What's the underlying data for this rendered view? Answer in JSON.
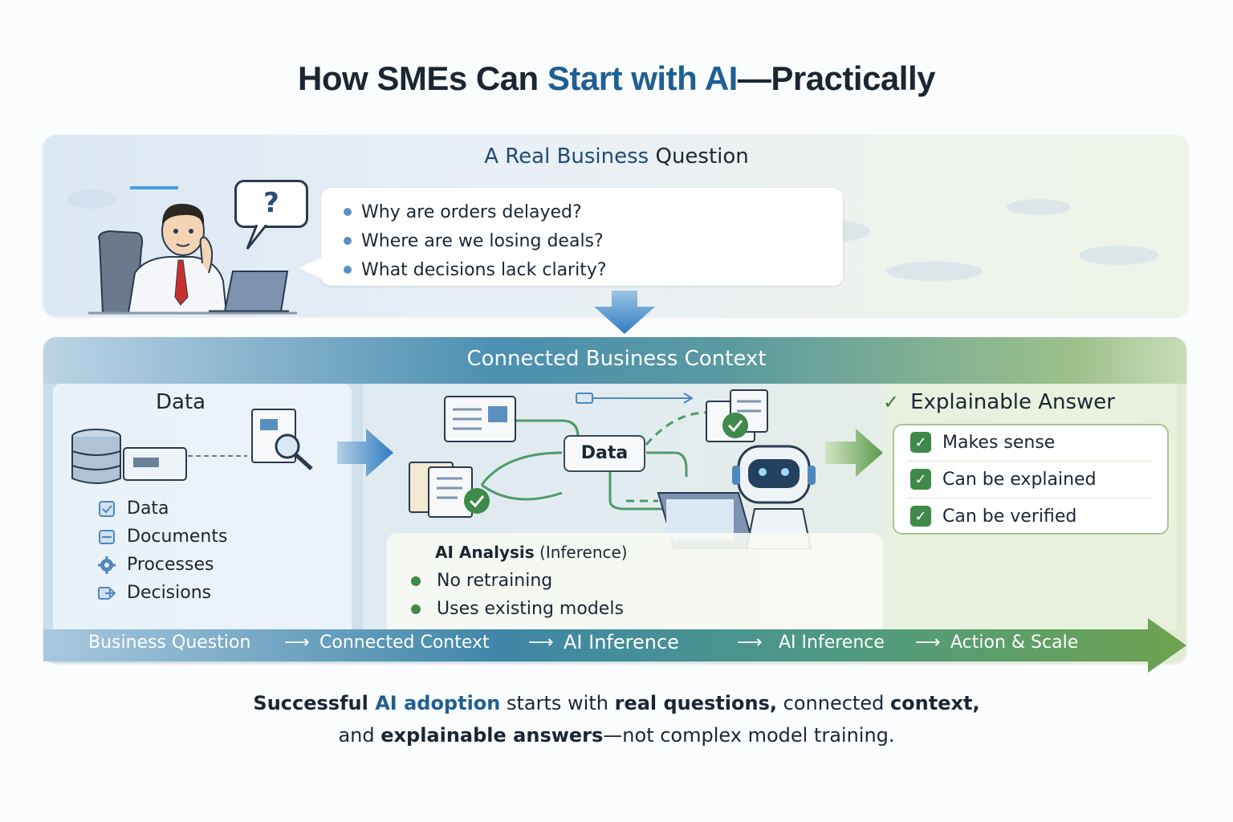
{
  "title": {
    "part1": "How SMEs Can ",
    "accent": "Start with AI",
    "part2": "—Practically"
  },
  "question_panel": {
    "title_part1": "A Real Business ",
    "title_part2": "Question",
    "bubble_symbol": "?",
    "questions": [
      "Why are orders delayed?",
      "Where are we losing deals?",
      "What decisions lack clarity?"
    ]
  },
  "context_panel": {
    "title": "Connected Business Context",
    "data_column": {
      "title": "Data",
      "items": [
        {
          "label": "Data",
          "icon": "checkbox-icon"
        },
        {
          "label": "Documents",
          "icon": "document-icon"
        },
        {
          "label": "Processes",
          "icon": "gear-icon"
        },
        {
          "label": "Decisions",
          "icon": "decision-arrow-icon"
        }
      ]
    },
    "network_node_label": "Data",
    "analysis": {
      "title_bold": "AI Analysis",
      "title_rest": " (Inference)",
      "points": [
        "No retraining",
        "Uses existing models"
      ]
    },
    "answer": {
      "check_mark": "✓",
      "title": "Explainable Answer",
      "items": [
        "Makes sense",
        "Can be explained",
        "Can be verified"
      ]
    }
  },
  "flow": {
    "steps": [
      "Business Question",
      "Connected Context",
      "AI Inference",
      "AI Inference",
      "Action & Scale"
    ],
    "separator": "⟶"
  },
  "summary": {
    "line1_a": "Successful ",
    "line1_b": "AI adoption",
    "line1_c": " starts with ",
    "line1_d": "real questions,",
    "line1_e": " connected ",
    "line1_f": "context,",
    "line2_a": "and ",
    "line2_b": "explainable answers",
    "line2_c": "—not complex model training."
  },
  "colors": {
    "accent_blue": "#1f5f93",
    "accent_green": "#3f8a4a",
    "title_dark": "#1b2633"
  }
}
